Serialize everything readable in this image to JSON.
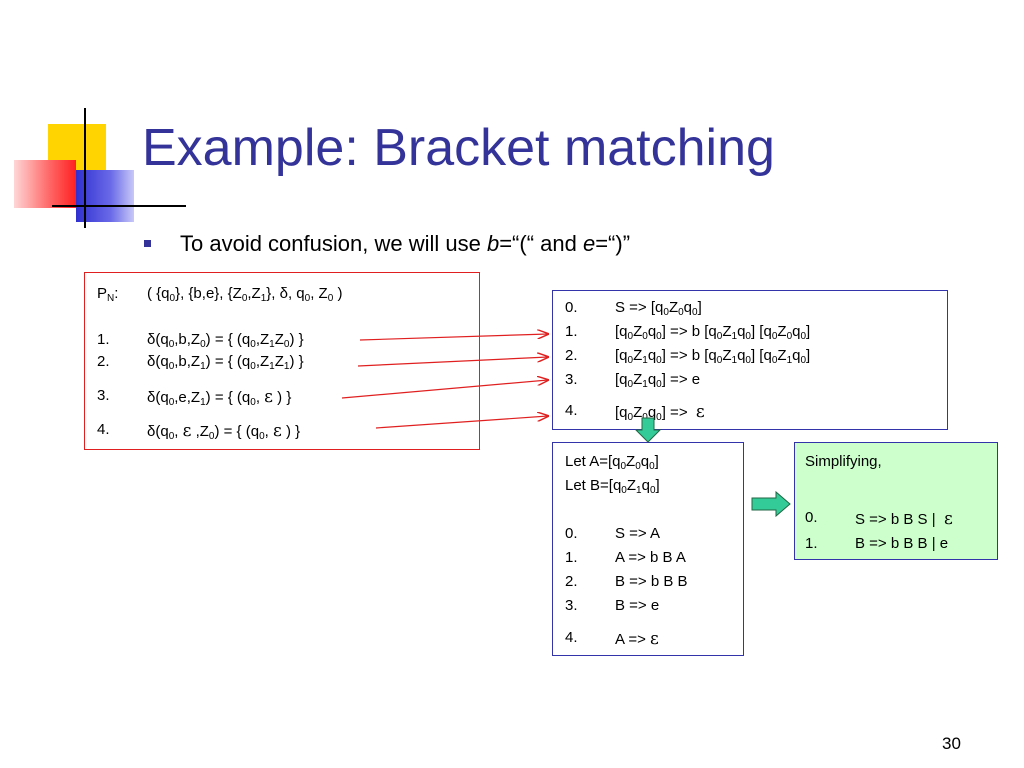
{
  "title": "Example: Bracket matching",
  "bullet": {
    "prefix": "To avoid confusion, we will use ",
    "b_var": "b",
    "b_def": "=“(“ and ",
    "e_var": "e",
    "e_def": "=“)”"
  },
  "pn_box": {
    "header_label": "P",
    "header_sub": "N",
    "header_colon": ":",
    "header_text": "( {q0}, {b,e}, {Z0,Z1}, δ, q0, Z0 )",
    "rules": [
      {
        "num": "1.",
        "text": "δ(q0,b,Z0) = { (q0,Z1Z0) }"
      },
      {
        "num": "2.",
        "text": "δ(q0,b,Z1) = { (q0,Z1Z1) }"
      },
      {
        "num": "3.",
        "text": "δ(q0,e,Z1) = { (q0, ε ) }"
      },
      {
        "num": "4.",
        "text": "δ(q0, ε ,Z0) = { (q0, ε ) }"
      }
    ]
  },
  "grammar_box": {
    "rows": [
      {
        "num": "0.",
        "text": "S => [q0Z0q0]"
      },
      {
        "num": "1.",
        "text": "[q0Z0q0] => b [q0Z1q0] [q0Z0q0]"
      },
      {
        "num": "2.",
        "text": "[q0Z1q0] => b [q0Z1q0] [q0Z1q0]"
      },
      {
        "num": "3.",
        "text": "[q0Z1q0] => e"
      },
      {
        "num": "4.",
        "text": "[q0Z0q0] =>  ε"
      }
    ]
  },
  "let_box": {
    "let_a": "Let A=[q0Z0q0]",
    "let_b": "Let B=[q0Z1q0]",
    "rows": [
      {
        "num": "0.",
        "text": "S => A"
      },
      {
        "num": "1.",
        "text": "A => b B A"
      },
      {
        "num": "2.",
        "text": "B => b B B"
      },
      {
        "num": "3.",
        "text": "B => e"
      },
      {
        "num": "4.",
        "text": "A => ε"
      }
    ]
  },
  "simplify_box": {
    "heading": "Simplifying,",
    "rows": [
      {
        "num": "0.",
        "text": "S => b B S |  ε"
      },
      {
        "num": "1.",
        "text": "B => b B B | e"
      }
    ]
  },
  "page_number": "30",
  "colors": {
    "title": "#333399",
    "red_box": "#e02020",
    "blue_box": "#3333aa",
    "green_fill": "#ccffcc",
    "arrow_fill": "#33cc99"
  }
}
